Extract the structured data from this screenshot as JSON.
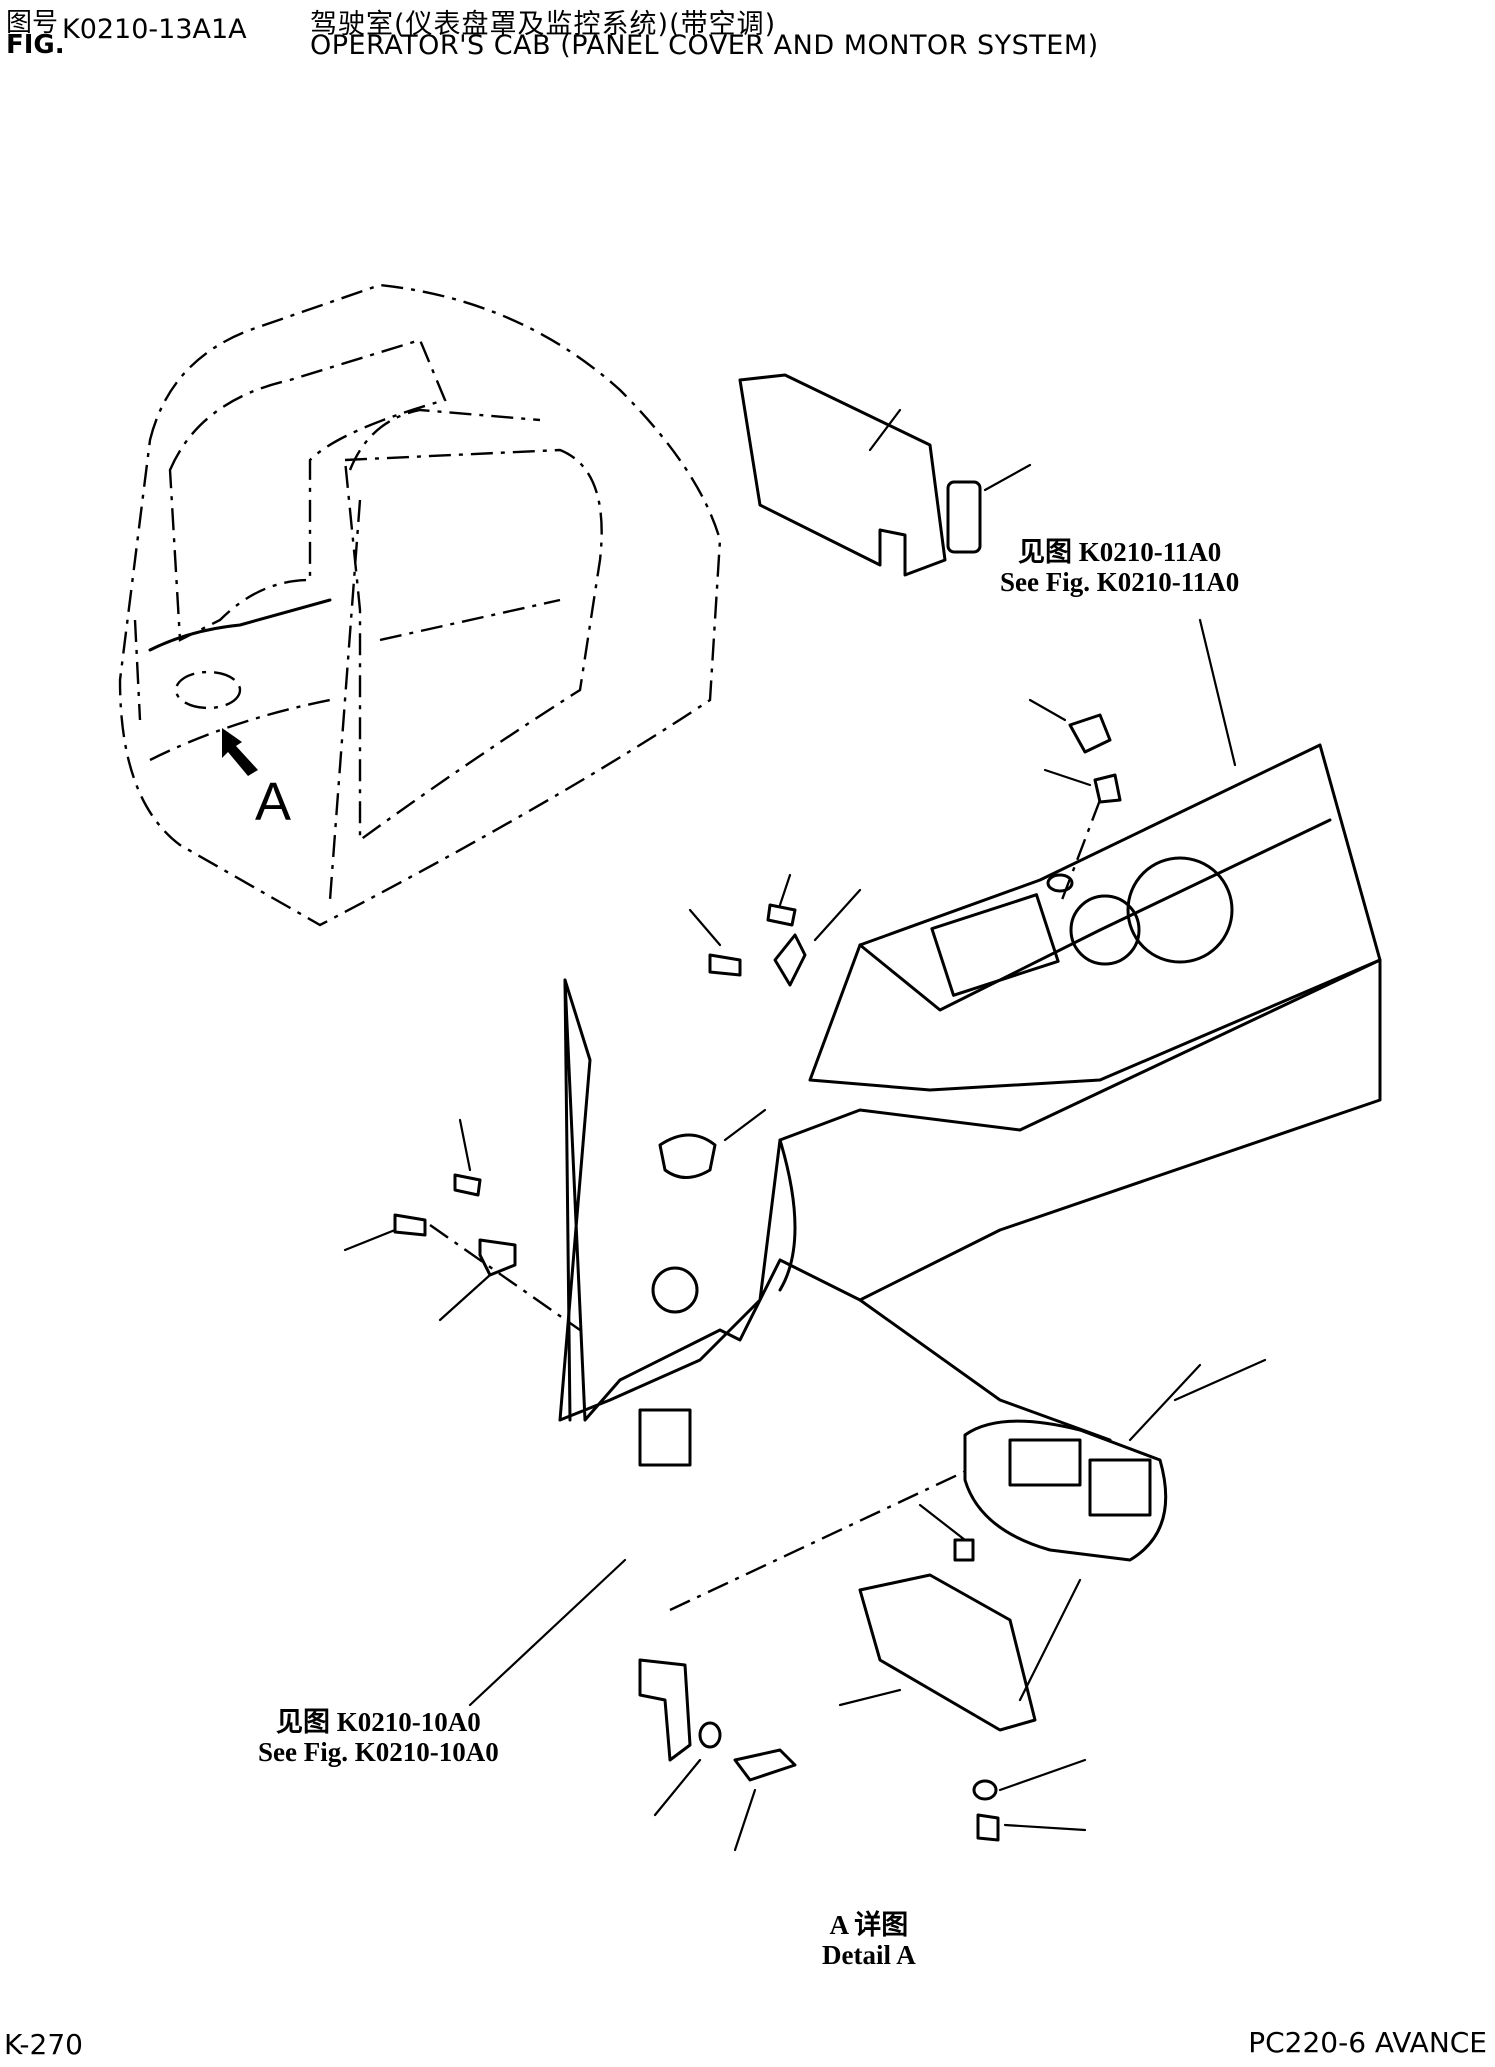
{
  "header": {
    "fig_label_cn": "图号",
    "fig_label_en": "FIG.",
    "fig_number": "K0210-13A1A",
    "title_cn": "驾驶室(仪表盘罩及监控系统)(带空调)",
    "title_en": "OPERATOR'S CAB (PANEL COVER AND MONTOR SYSTEM)"
  },
  "references": {
    "upper_cn": "见图 K0210-11A0",
    "upper_en": "See Fig. K0210-11A0",
    "lower_cn": "见图 K0210-10A0",
    "lower_en": "See Fig. K0210-10A0"
  },
  "view_marker": "A",
  "detail": {
    "cn": "A 详图",
    "en": "Detail A"
  },
  "footer": {
    "page": "K-270",
    "model": "PC220-6 AVANCE"
  }
}
